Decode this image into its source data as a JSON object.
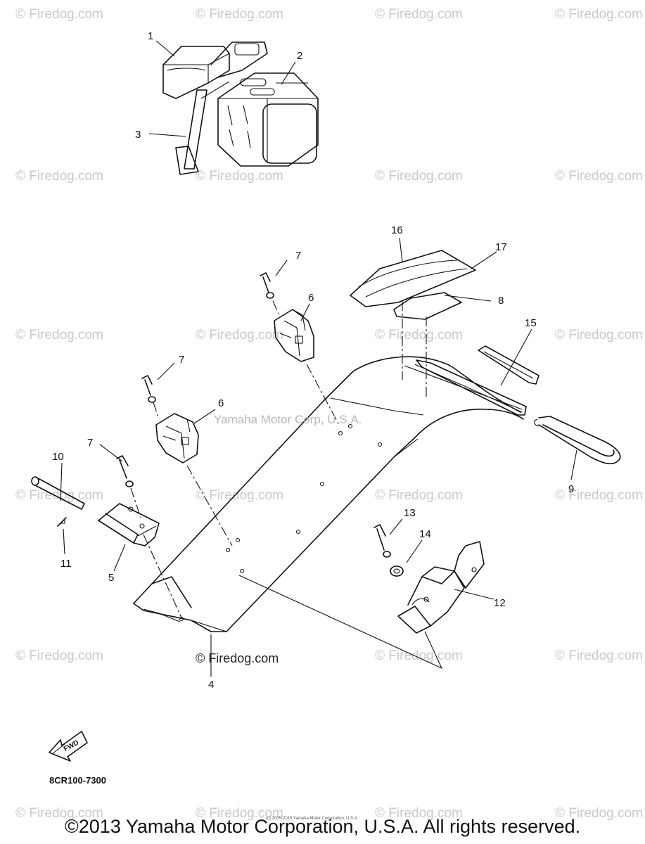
{
  "watermark": "© Firedog.com",
  "diagram": {
    "callouts": {
      "p1": "1",
      "p2": "2",
      "p3": "3",
      "p4": "4",
      "p5": "5",
      "p6a": "6",
      "p6b": "6",
      "p7a": "7",
      "p7b": "7",
      "p7c": "7",
      "p8": "8",
      "p9": "9",
      "p10": "10",
      "p11": "11",
      "p12": "12",
      "p13": "13",
      "p14": "14",
      "p15": "15",
      "p16": "16",
      "p17": "17"
    },
    "center_watermark": "Yamaha Motor Corp, U.S.A.",
    "firedog_label": "© Firedog.com",
    "fwd_label": "FWD",
    "code": "8CR100-7300"
  },
  "footer": {
    "fine_print": "(c) 2005-2015 Yamaha Motor Corporation, U.S.A.",
    "copyright": "©2013 Yamaha Motor Corporation, U.S.A. All rights reserved."
  }
}
